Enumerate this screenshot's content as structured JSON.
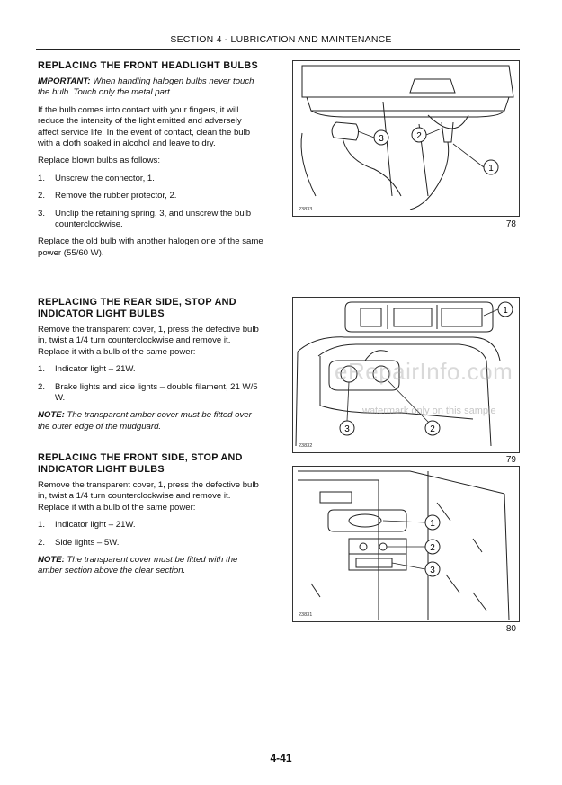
{
  "header": {
    "section": "SECTION 4 - LUBRICATION AND MAINTENANCE"
  },
  "sec1": {
    "title": "REPLACING THE FRONT HEADLIGHT BULBS",
    "important_label": "IMPORTANT:",
    "important_text": "When handling halogen bulbs never touch the bulb. Touch only the metal part.",
    "para1": "If the bulb comes into contact with your fingers, it will reduce the intensity of the light emitted and adversely affect service life. In the event of contact, clean the bulb with a cloth soaked in alcohol and leave to dry.",
    "para2": "Replace blown bulbs as follows:",
    "steps": [
      {
        "n": "1.",
        "text": "Unscrew the connector, 1."
      },
      {
        "n": "2.",
        "text": "Remove the rubber protector, 2."
      },
      {
        "n": "3.",
        "text": "Unclip the retaining spring, 3, and unscrew the bulb counterclockwise."
      }
    ],
    "para3": "Replace the old bulb with another halogen one of the same power (55/60 W)."
  },
  "sec2": {
    "title": "REPLACING THE REAR SIDE, STOP AND INDICATOR LIGHT BULBS",
    "para1": "Remove the transparent cover, 1, press the defective bulb in, twist a 1/4 turn counterclockwise and remove it. Replace it with a bulb of the same power:",
    "steps": [
      {
        "n": "1.",
        "text": "Indicator light – 21W."
      },
      {
        "n": "2.",
        "text": "Brake lights and side lights – double filament, 21 W/5 W."
      }
    ],
    "note_label": "NOTE:",
    "note_text": "The transparent amber cover must be fitted over the outer edge of the mudguard."
  },
  "sec3": {
    "title": "REPLACING THE FRONT SIDE, STOP AND INDICATOR LIGHT BULBS",
    "para1": "Remove the transparent cover, 1, press the defective bulb in, twist a 1/4 turn counterclockwise and remove it. Replace it with a bulb of the same power:",
    "steps": [
      {
        "n": "1.",
        "text": "Indicator light – 21W."
      },
      {
        "n": "2.",
        "text": "Side lights – 5W."
      }
    ],
    "note_label": "NOTE:",
    "note_text": "The transparent cover must be fitted with the amber section above the clear section."
  },
  "figures": [
    {
      "number": "78",
      "code": "23833",
      "callouts": [
        "1",
        "2",
        "3"
      ]
    },
    {
      "number": "79",
      "code": "23832",
      "callouts": [
        "1",
        "2",
        "3"
      ]
    },
    {
      "number": "80",
      "code": "23831",
      "callouts": [
        "1",
        "2",
        "3"
      ]
    }
  ],
  "watermark": {
    "main": "eRepairInfo.com",
    "sub": "watermark only on this sample"
  },
  "footer": {
    "page": "4-41"
  }
}
